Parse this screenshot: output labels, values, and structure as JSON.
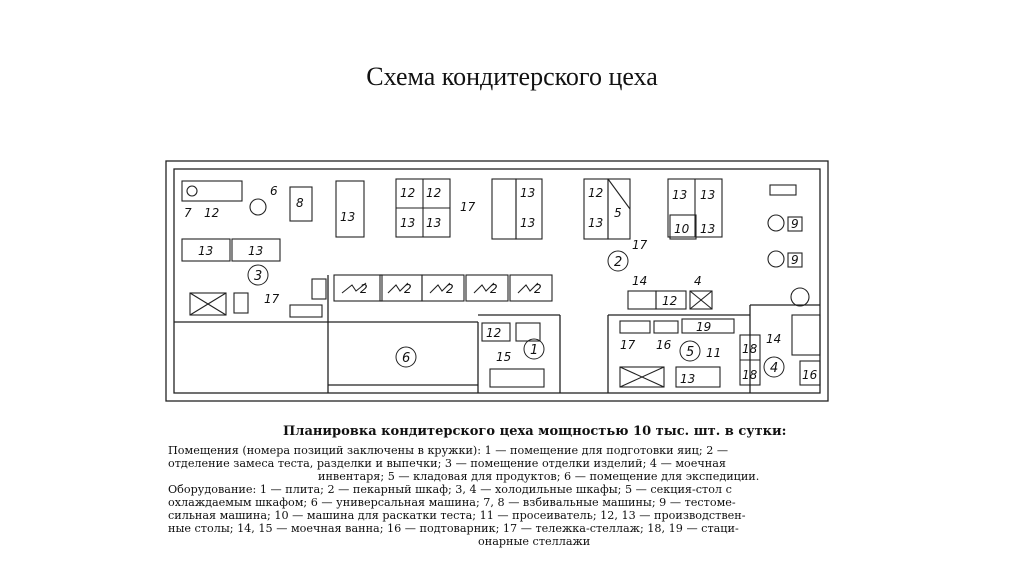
{
  "title": "Схема кондитерского цеха",
  "rooms": {
    "r1": "1",
    "r2": "2",
    "r3": "3",
    "r4": "4",
    "r5": "5",
    "r6": "6"
  },
  "equipment": {
    "e7": "7",
    "e12": "12",
    "e6": "6",
    "e8": "8",
    "e13": "13",
    "e17": "17",
    "e2": "2",
    "e14": "14",
    "e4": "4",
    "e10": "10",
    "e9": "9",
    "e5": "5",
    "e15": "15",
    "e16": "16",
    "e19": "19",
    "e11": "11",
    "e18": "18"
  },
  "caption": {
    "title": "Планировка кондитерского цеха мощностью 10 тыс. шт. в сутки:",
    "lines": [
      "Помещения (номера позиций заключены в кружки): 1 — помещение для подготовки яиц; 2 —",
      "отделение замеса теста, разделки и выпечки; 3 — помещение отделки изделий; 4 — моечная",
      "инвентаря; 5 — кладовая для продуктов; 6 — помещение для экспедиции.",
      "Оборудование: 1 — плита; 2 — пекарный шкаф; 3, 4 — холодильные шкафы; 5 — секция-стол с",
      "охлаждаемым шкафом; 6 — универсальная машина; 7, 8 — взбивальные машины; 9 — тестоме-",
      "сильная машина; 10 — машина для раскатки теста; 11 — просеиватель; 12, 13 — производствен-",
      "ные столы; 14, 15 — моечная ванна; 16 — подтоварник; 17 — тележка-стеллаж; 18, 19 — стаци-",
      "онарные стеллажи"
    ]
  }
}
